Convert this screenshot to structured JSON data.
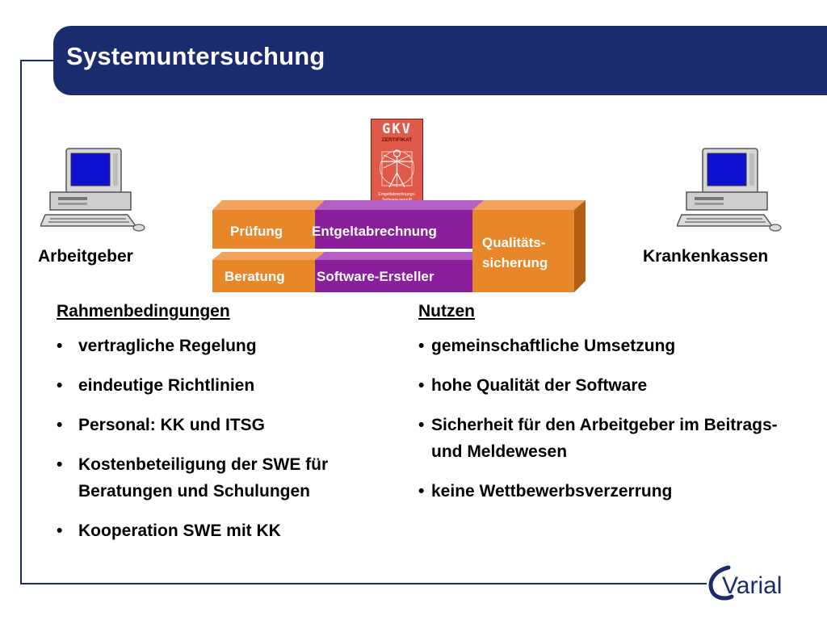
{
  "title": "Systemuntersuchung",
  "left_party": "Arbeitgeber",
  "right_party": "Krankenkassen",
  "certificate": {
    "title": "GKV",
    "subtitle": "ZERTIFIKAT",
    "footer": "Entgeltabrechnungs-\nSoftware geprüft"
  },
  "blocks": {
    "pruefung": "Prüfung",
    "entgeltabrechnung": "Entgeltabrechnung",
    "beratung": "Beratung",
    "software_ersteller": "Software-Ersteller",
    "qualitaet_line1": "Qualitäts-",
    "qualitaet_line2": "sicherung"
  },
  "rahmen": {
    "heading": "Rahmenbedingungen",
    "items": [
      "vertragliche Regelung",
      "eindeutige Richtlinien",
      "Personal: KK und ITSG",
      "Kostenbeteiligung der SWE für Beratungen und Schulungen",
      "Kooperation SWE mit KK"
    ]
  },
  "nutzen": {
    "heading": "Nutzen",
    "items": [
      "gemeinschaftliche Umsetzung",
      "hohe Qualität der Software",
      "Sicherheit für den Arbeitgeber im Beitrags- und Meldewesen",
      "keine Wettbewerbsverzerrung"
    ]
  },
  "logo": "Varial",
  "colors": {
    "navy": "#1a2b6e",
    "orange": "#e8872a",
    "purple": "#8a1f9c",
    "cert_red": "#e05a4a"
  },
  "icons": {
    "computer": "desktop-computer-icon",
    "figure": "vitruvian-man-icon"
  }
}
